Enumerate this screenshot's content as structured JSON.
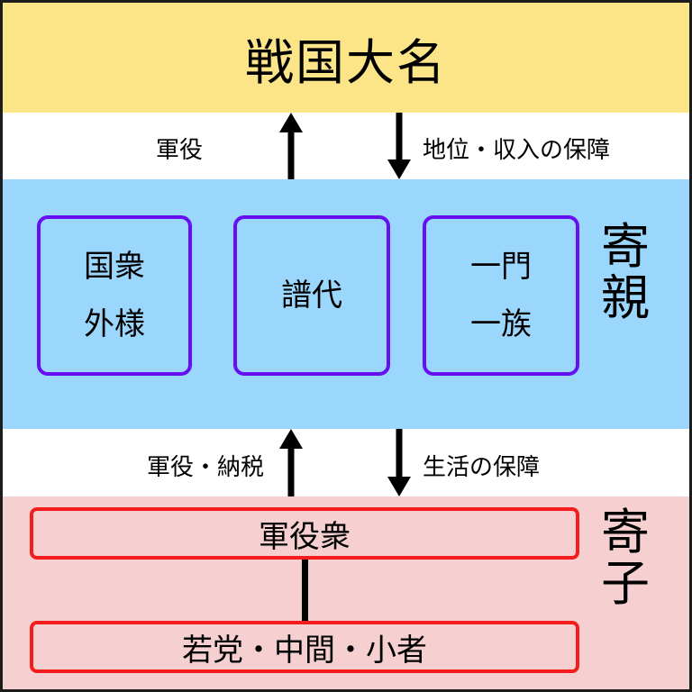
{
  "diagram": {
    "title": "戦国大名",
    "bands": {
      "daimyo": {
        "label": "戦国大名",
        "color": "#FCE489"
      },
      "yoriya": {
        "side_label_chars": [
          "寄",
          "親"
        ],
        "color": "#9BD7FD"
      },
      "yoriko": {
        "side_label_chars": [
          "寄",
          "子"
        ],
        "color": "#F6D0D0"
      }
    },
    "upper_relations": {
      "upward_label": "軍役",
      "downward_label": "地位・収入の保障"
    },
    "lower_relations": {
      "upward_label": "軍役・納税",
      "downward_label": "生活の保障"
    },
    "vassal_boxes": [
      {
        "lines": [
          "国衆",
          "外様"
        ]
      },
      {
        "lines": [
          "譜代"
        ]
      },
      {
        "lines": [
          "一門",
          "一族"
        ]
      }
    ],
    "retainer_boxes": [
      {
        "label": "軍役衆"
      },
      {
        "label": "若党・中間・小者"
      }
    ],
    "colors": {
      "daimyo_band": "#FCE489",
      "yoriya_band": "#9BD7FD",
      "yoriko_band": "#F6D0D0",
      "vassal_border": "#6610F2",
      "retainer_border": "#F41C1C",
      "frame": "#1C1C1C"
    }
  }
}
